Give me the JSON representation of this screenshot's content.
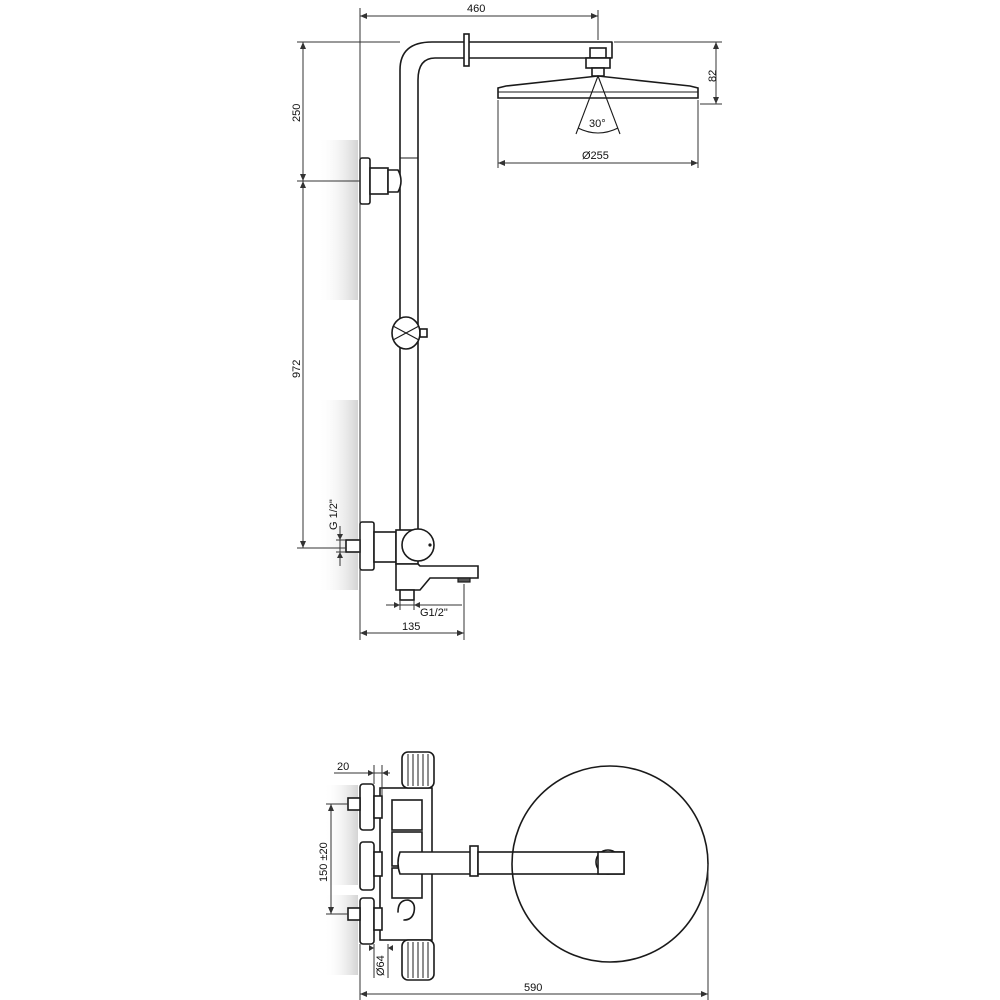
{
  "dimensions": {
    "arm_length": "460",
    "upper_height": "250",
    "lower_height": "972",
    "head_height": "82",
    "spray_angle": "30°",
    "head_diameter": "Ø255",
    "inlet_thread": "G 1/2\"",
    "spout_thread": "G1/2\"",
    "spout_projection": "135",
    "eccentric_offset": "20",
    "inlet_spacing": "150 ±20",
    "flange_diameter": "Ø64",
    "total_depth": "590"
  },
  "colors": {
    "line": "#1a1a1a",
    "shadow": "#d9d9d9"
  }
}
